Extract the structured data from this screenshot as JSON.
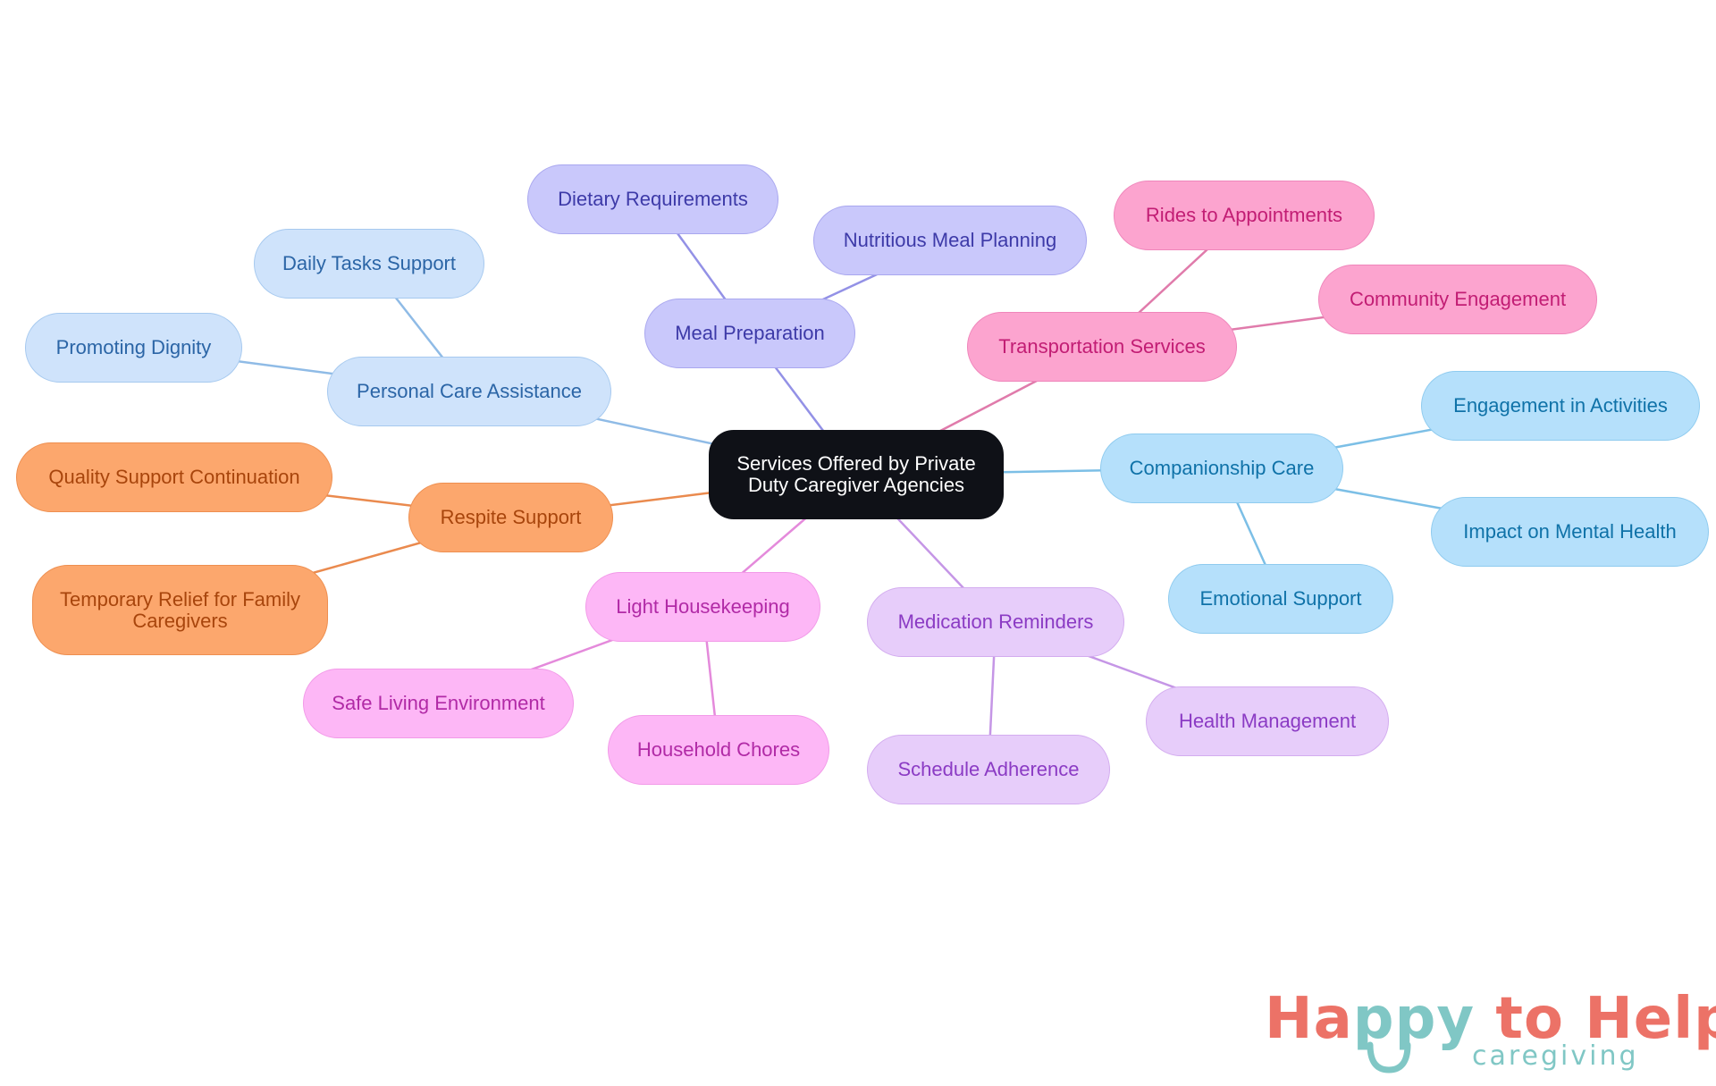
{
  "mindmap": {
    "root": {
      "id": "root",
      "label": "Services Offered by Private Duty Caregiver Agencies"
    },
    "nodes": [
      {
        "id": "personal",
        "parent": "root",
        "label": "Personal Care Assistance",
        "group": "blue_light"
      },
      {
        "id": "daily",
        "parent": "personal",
        "label": "Daily Tasks Support",
        "group": "blue_light"
      },
      {
        "id": "dignity",
        "parent": "personal",
        "label": "Promoting Dignity",
        "group": "blue_light"
      },
      {
        "id": "meal",
        "parent": "root",
        "label": "Meal Preparation",
        "group": "indigo"
      },
      {
        "id": "dietary",
        "parent": "meal",
        "label": "Dietary Requirements",
        "group": "indigo"
      },
      {
        "id": "nutritious",
        "parent": "meal",
        "label": "Nutritious Meal Planning",
        "group": "indigo"
      },
      {
        "id": "transport",
        "parent": "root",
        "label": "Transportation Services",
        "group": "pink"
      },
      {
        "id": "rides",
        "parent": "transport",
        "label": "Rides to Appointments",
        "group": "pink"
      },
      {
        "id": "community",
        "parent": "transport",
        "label": "Community Engagement",
        "group": "pink"
      },
      {
        "id": "companion",
        "parent": "root",
        "label": "Companionship Care",
        "group": "sky"
      },
      {
        "id": "activities",
        "parent": "companion",
        "label": "Engagement in Activities",
        "group": "sky"
      },
      {
        "id": "mental",
        "parent": "companion",
        "label": "Impact on Mental Health",
        "group": "sky"
      },
      {
        "id": "emotional",
        "parent": "companion",
        "label": "Emotional Support",
        "group": "sky"
      },
      {
        "id": "respite",
        "parent": "root",
        "label": "Respite Support",
        "group": "orange"
      },
      {
        "id": "quality",
        "parent": "respite",
        "label": "Quality Support Continuation",
        "group": "orange"
      },
      {
        "id": "relief",
        "parent": "respite",
        "label": "Temporary Relief for Family Caregivers",
        "group": "orange"
      },
      {
        "id": "housekeeping",
        "parent": "root",
        "label": "Light Housekeeping",
        "group": "magenta"
      },
      {
        "id": "safe",
        "parent": "housekeeping",
        "label": "Safe Living Environment",
        "group": "magenta"
      },
      {
        "id": "chores",
        "parent": "housekeeping",
        "label": "Household Chores",
        "group": "magenta"
      },
      {
        "id": "medication",
        "parent": "root",
        "label": "Medication Reminders",
        "group": "lavender"
      },
      {
        "id": "health",
        "parent": "medication",
        "label": "Health Management",
        "group": "lavender"
      },
      {
        "id": "schedule",
        "parent": "medication",
        "label": "Schedule Adherence",
        "group": "lavender"
      }
    ]
  },
  "colors": {
    "root": {
      "fill": "#0f1117",
      "border": "#0f1117",
      "text": "#ffffff"
    },
    "blue_light": {
      "fill": "#cfe3fb",
      "border": "#a6c9ef",
      "text": "#2b65a6",
      "edge": "#8fbbe6"
    },
    "indigo": {
      "fill": "#c9c8fb",
      "border": "#a9a7ef",
      "text": "#3d3aa8",
      "edge": "#9391e6"
    },
    "pink": {
      "fill": "#fca4cf",
      "border": "#ef86bb",
      "text": "#c21d74",
      "edge": "#e07bab"
    },
    "sky": {
      "fill": "#b5e0fb",
      "border": "#8fcbef",
      "text": "#0f72a8",
      "edge": "#7cbfe6"
    },
    "orange": {
      "fill": "#fca76d",
      "border": "#ee8f50",
      "text": "#a8450c",
      "edge": "#ea8a4e"
    },
    "magenta": {
      "fill": "#fdb7f6",
      "border": "#f29ae8",
      "text": "#b12aa6",
      "edge": "#e48adb"
    },
    "lavender": {
      "fill": "#e7cdfa",
      "border": "#d3acef",
      "text": "#8b3bc4",
      "edge": "#c596e6"
    }
  },
  "logo": {
    "title": "Happy to Help",
    "subtitle": "caregiving",
    "colors": {
      "coral": "#ec7267",
      "teal": "#80c7c5"
    }
  }
}
